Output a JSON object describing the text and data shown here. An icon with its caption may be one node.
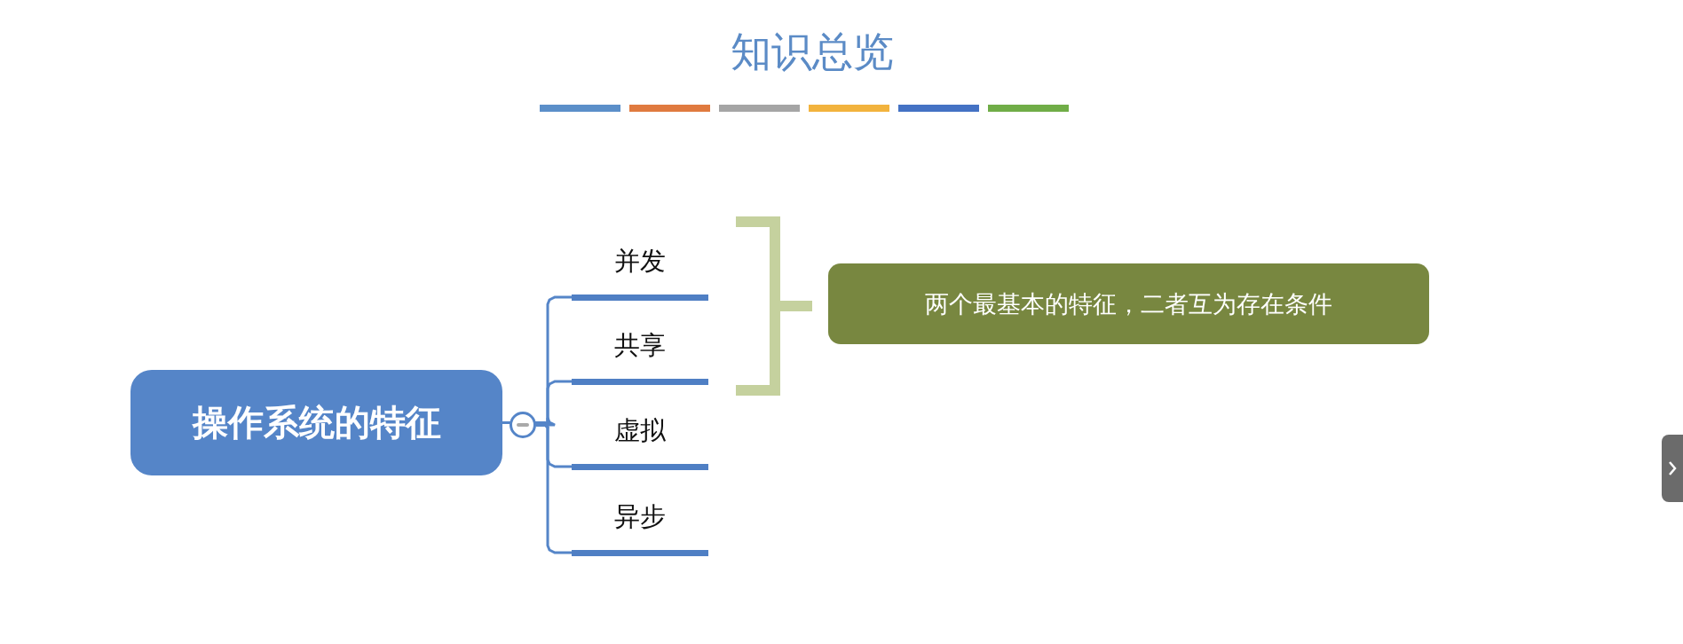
{
  "diagram": {
    "title": "知识总览",
    "nodes": [
      {
        "text": [
          "操作系统的特征"
        ]
      },
      {
        "text": [],
        "shape": "circle"
      },
      {
        "text": [
          "并发"
        ]
      },
      {
        "text": [
          "共享"
        ]
      },
      {
        "text": [
          "虚拟"
        ]
      },
      {
        "text": [
          "异步"
        ]
      },
      {
        "text": [
          "两个最基本的特征，二者互为存在条件"
        ]
      }
    ],
    "edges": [
      {
        "from": 0,
        "to": 1,
        "arrow": "none"
      },
      {
        "from": 1,
        "to": 2,
        "arrow": "none"
      },
      {
        "from": 1,
        "to": 3,
        "arrow": "none"
      },
      {
        "from": 1,
        "to": 4,
        "arrow": "none"
      },
      {
        "from": 1,
        "to": 5,
        "arrow": "none"
      }
    ]
  }
}
